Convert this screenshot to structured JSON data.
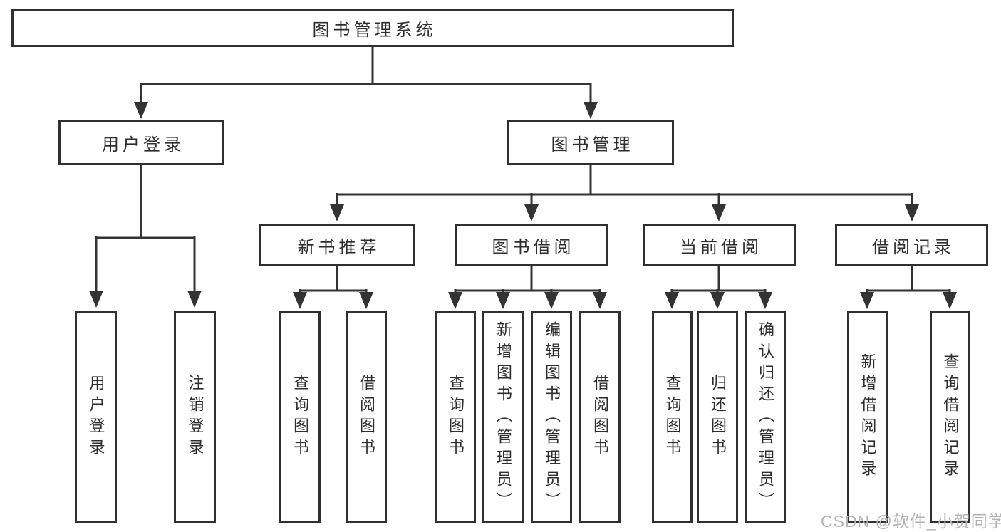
{
  "nodes": {
    "root": "图书管理系统",
    "user_login": {
      "label": "用户登录",
      "children": [
        "用户登录",
        "注销登录"
      ]
    },
    "book_mgmt": {
      "label": "图书管理",
      "groups": [
        {
          "label": "新书推荐",
          "children": [
            "查询图书",
            "借阅图书"
          ]
        },
        {
          "label": "图书借阅",
          "children": [
            "查询图书",
            "新增图书（管理员）",
            "编辑图书（管理员）",
            "借阅图书"
          ]
        },
        {
          "label": "当前借阅",
          "children": [
            "查询图书",
            "归还图书",
            "确认归还（管理员）"
          ]
        },
        {
          "label": "借阅记录",
          "children": [
            "新增借阅记录",
            "查询借阅记录"
          ]
        }
      ]
    }
  },
  "watermark": {
    "text": "CSDN @软件_小贺同学"
  },
  "colors": {
    "line": "#333333",
    "border": "#303030",
    "text": "#2e2e2e",
    "background": "#ffffff",
    "watermark": "#b3b3b3"
  }
}
